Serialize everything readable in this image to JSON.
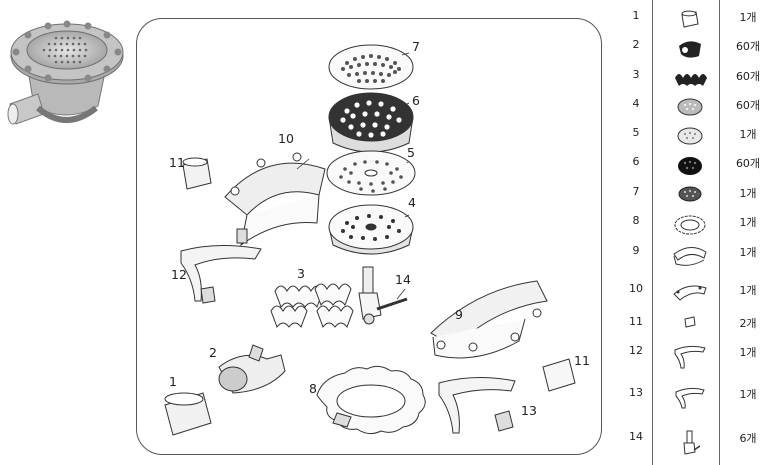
{
  "callouts": [
    "1",
    "2",
    "3",
    "4",
    "5",
    "6",
    "7",
    "8",
    "9",
    "10",
    "11",
    "11",
    "12",
    "13",
    "14"
  ],
  "table": {
    "rows": [
      {
        "no": "1",
        "qty": "1개"
      },
      {
        "no": "2",
        "qty": "60개"
      },
      {
        "no": "3",
        "qty": "60개"
      },
      {
        "no": "4",
        "qty": "60개"
      },
      {
        "no": "5",
        "qty": "1개"
      },
      {
        "no": "6",
        "qty": "60개"
      },
      {
        "no": "7",
        "qty": "1개"
      },
      {
        "no": "8",
        "qty": "1개"
      },
      {
        "no": "9",
        "qty": "1개"
      },
      {
        "no": "10",
        "qty": "1개"
      },
      {
        "no": "11",
        "qty": "2개"
      },
      {
        "no": "12",
        "qty": "1개"
      },
      {
        "no": "13",
        "qty": "1개"
      },
      {
        "no": "14",
        "qty": "6개"
      }
    ]
  }
}
